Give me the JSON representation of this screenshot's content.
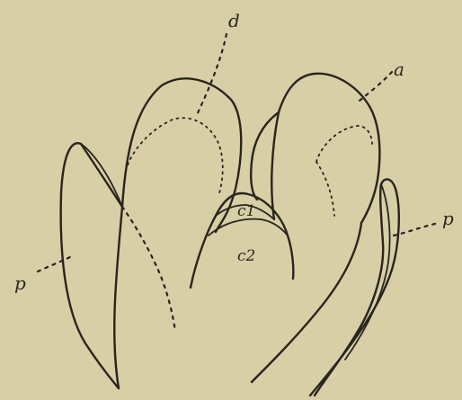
{
  "figure": {
    "background": "#d8cfa7",
    "ink": "#2a251c",
    "labels": {
      "top_left": "d",
      "top_right": "a",
      "left": "p",
      "right": "p",
      "inner_upper": "c1",
      "inner_lower": "c2"
    }
  }
}
